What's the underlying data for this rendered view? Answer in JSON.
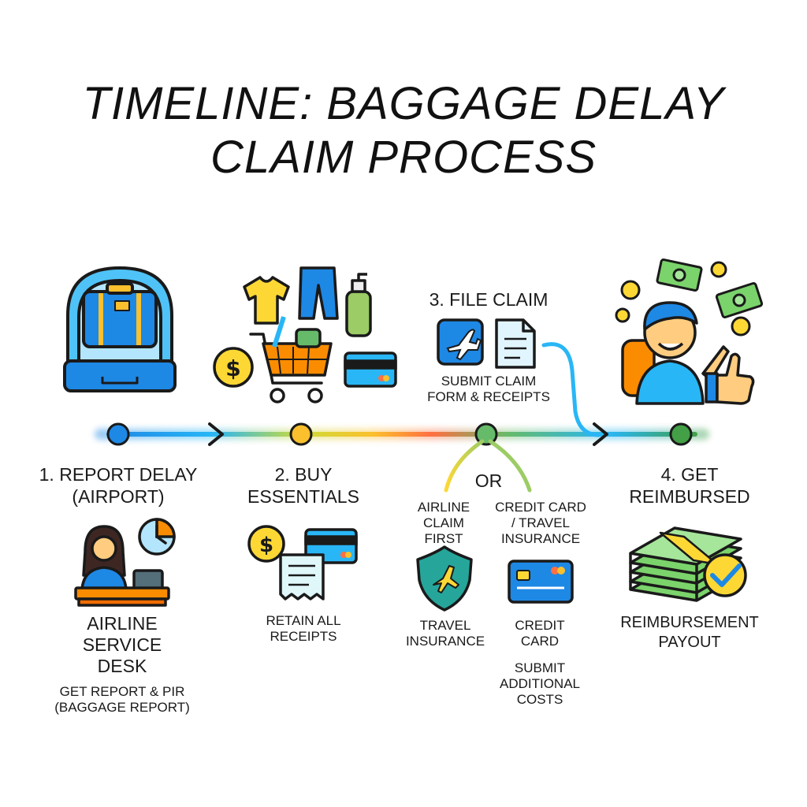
{
  "title": {
    "line1": "TIMELINE: BAGGAGE DELAY",
    "line2": "CLAIM PROCESS"
  },
  "steps": [
    {
      "label_line1": "1. REPORT DELAY",
      "label_line2": "(AIRPORT)",
      "detail_title_lines": [
        "AIRLINE",
        "SERVICE",
        "DESK"
      ],
      "detail_sub_lines": [
        "GET REPORT & PIR",
        "(BAGGAGE REPORT)"
      ],
      "icons": [
        "luggage-scanner-icon",
        "clock-icon",
        "service-desk-agent-icon"
      ]
    },
    {
      "label_line1": "2. BUY",
      "label_line2": "ESSENTIALS",
      "detail_lines": [
        "RETAIN ALL",
        "RECEIPTS"
      ],
      "icons": [
        "shopping-cart-icon",
        "tshirt-icon",
        "jeans-icon",
        "lotion-icon",
        "coin-icon",
        "credit-card-icon",
        "receipt-icon"
      ]
    },
    {
      "label": "3. FILE CLAIM",
      "sub_lines": [
        "SUBMIT CLAIM",
        "FORM & RECEIPTS"
      ],
      "or_label": "OR",
      "branch_left_lines": [
        "AIRLINE",
        "CLAIM",
        "FIRST"
      ],
      "branch_right_lines": [
        "CREDIT CARD",
        "/ TRAVEL",
        "INSURANCE"
      ],
      "left_icon_caption": [
        "TRAVEL",
        "INSURANCE"
      ],
      "right_icon_caption": [
        "CREDIT",
        "CARD"
      ],
      "right_extra_lines": [
        "SUBMIT",
        "ADDITIONAL",
        "COSTS"
      ],
      "icons": [
        "airplane-app-icon",
        "claim-document-icon",
        "travel-insurance-shield-icon",
        "credit-card-icon"
      ]
    },
    {
      "label_line1": "4. GET",
      "label_line2": "REIMBURSED",
      "detail_lines": [
        "REIMBURSEMENT",
        "PAYOUT"
      ],
      "icons": [
        "happy-traveler-icon",
        "money-bills-icon",
        "thumbs-up-icon",
        "money-stack-icon",
        "checkmark-badge-icon"
      ]
    }
  ],
  "colors": {
    "blue": "#1e88e5",
    "yellow": "#fbc02d",
    "orange": "#fb8c00",
    "green": "#43a047",
    "cash": "#7bd36b",
    "outline": "#1a1a1a"
  }
}
